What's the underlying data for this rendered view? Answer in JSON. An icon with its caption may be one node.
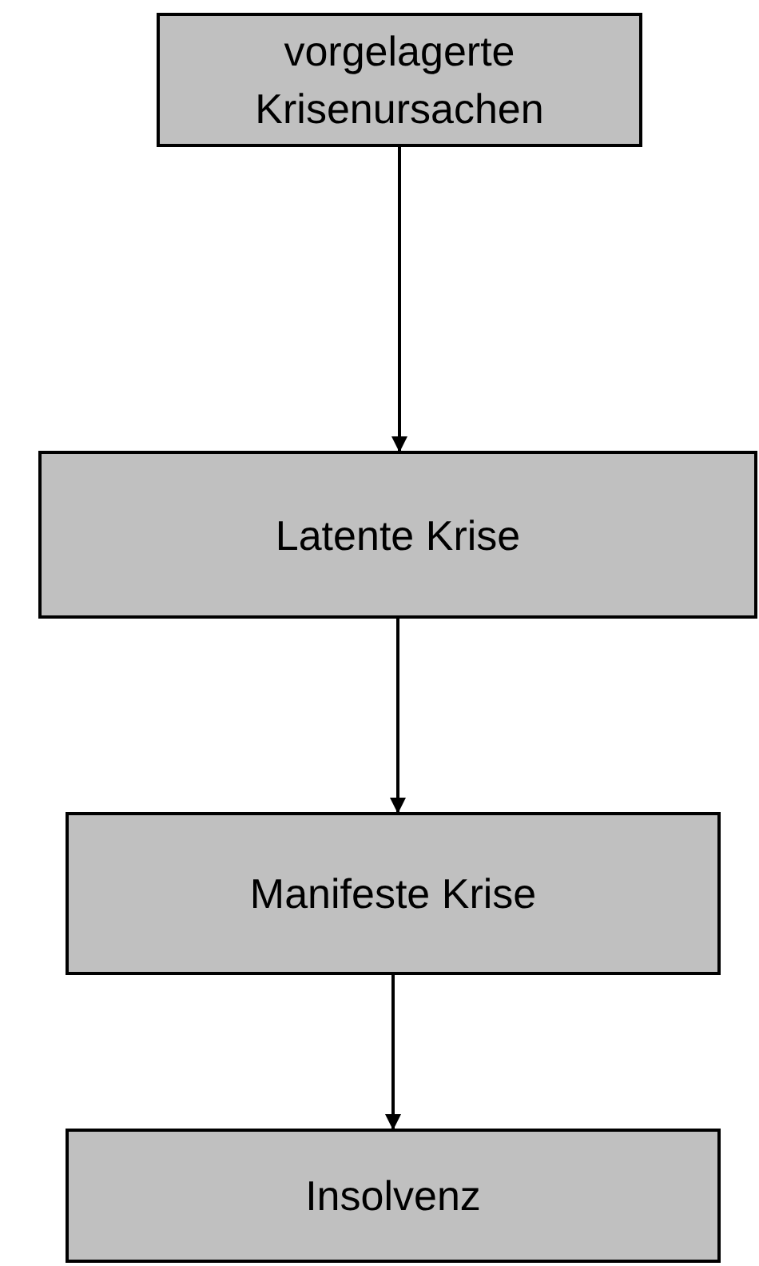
{
  "diagram": {
    "nodes": [
      {
        "text": [
          "vorgelagerte Krisenursachen"
        ]
      },
      {
        "text": [
          "Latente Krise"
        ]
      },
      {
        "text": [
          "Manifeste Krise"
        ]
      },
      {
        "text": [
          "Insolvenz"
        ]
      }
    ],
    "edges": [
      {
        "from": 0,
        "to": 1,
        "arrow": "to"
      },
      {
        "from": 1,
        "to": 2,
        "arrow": "to"
      },
      {
        "from": 2,
        "to": 3,
        "arrow": "to"
      }
    ]
  }
}
